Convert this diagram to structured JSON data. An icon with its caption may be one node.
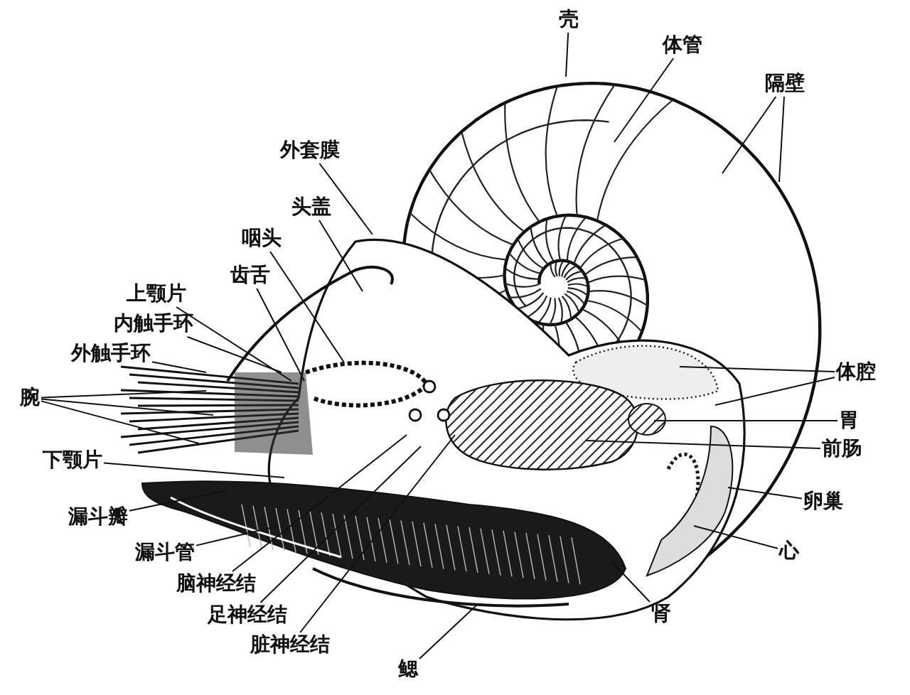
{
  "diagram": {
    "nodes": [
      {
        "text": [
          "壳"
        ]
      },
      {
        "text": [
          "体管"
        ]
      },
      {
        "text": [
          "隔壁"
        ]
      },
      {
        "text": [
          "外套膜"
        ]
      },
      {
        "text": [
          "头盖"
        ]
      },
      {
        "text": [
          "咽头"
        ]
      },
      {
        "text": [
          "齿舌"
        ]
      },
      {
        "text": [
          "上颚片"
        ]
      },
      {
        "text": [
          "内触手环"
        ]
      },
      {
        "text": [
          "外触手环"
        ]
      },
      {
        "text": [
          "腕"
        ]
      },
      {
        "text": [
          "下颚片"
        ]
      },
      {
        "text": [
          "漏斗瓣"
        ]
      },
      {
        "text": [
          "漏斗管"
        ]
      },
      {
        "text": [
          "脑神经结"
        ]
      },
      {
        "text": [
          "足神经结"
        ]
      },
      {
        "text": [
          "脏神经结"
        ]
      },
      {
        "text": [
          "鳃"
        ]
      },
      {
        "text": [
          "肾"
        ]
      },
      {
        "text": [
          "心"
        ]
      },
      {
        "text": [
          "卵巢"
        ]
      },
      {
        "text": [
          "前肠"
        ]
      },
      {
        "text": [
          "胃"
        ]
      },
      {
        "text": [
          "体腔"
        ]
      }
    ],
    "edges": [
      {
        "from": 0,
        "to": null,
        "arrow": "none"
      },
      {
        "from": 1,
        "to": null,
        "arrow": "none"
      },
      {
        "from": 2,
        "to": null,
        "arrow": "none"
      },
      {
        "from": 2,
        "to": null,
        "arrow": "none"
      },
      {
        "from": 3,
        "to": null,
        "arrow": "none"
      },
      {
        "from": 4,
        "to": null,
        "arrow": "none"
      },
      {
        "from": 5,
        "to": null,
        "arrow": "none"
      },
      {
        "from": 6,
        "to": null,
        "arrow": "none"
      },
      {
        "from": 7,
        "to": null,
        "arrow": "none"
      },
      {
        "from": 8,
        "to": null,
        "arrow": "none"
      },
      {
        "from": 9,
        "to": null,
        "arrow": "none"
      },
      {
        "from": 10,
        "to": null,
        "arrow": "none"
      },
      {
        "from": 10,
        "to": null,
        "arrow": "none"
      },
      {
        "from": 10,
        "to": null,
        "arrow": "none"
      },
      {
        "from": 11,
        "to": null,
        "arrow": "none"
      },
      {
        "from": 12,
        "to": null,
        "arrow": "none"
      },
      {
        "from": 13,
        "to": null,
        "arrow": "none"
      },
      {
        "from": 14,
        "to": null,
        "arrow": "none"
      },
      {
        "from": 15,
        "to": null,
        "arrow": "none"
      },
      {
        "from": 16,
        "to": null,
        "arrow": "none"
      },
      {
        "from": 17,
        "to": null,
        "arrow": "none"
      },
      {
        "from": 18,
        "to": null,
        "arrow": "none"
      },
      {
        "from": 19,
        "to": null,
        "arrow": "none"
      },
      {
        "from": 20,
        "to": null,
        "arrow": "none"
      },
      {
        "from": 21,
        "to": null,
        "arrow": "none"
      },
      {
        "from": 22,
        "to": null,
        "arrow": "none"
      },
      {
        "from": 23,
        "to": null,
        "arrow": "none"
      },
      {
        "from": 23,
        "to": null,
        "arrow": "none"
      }
    ]
  }
}
